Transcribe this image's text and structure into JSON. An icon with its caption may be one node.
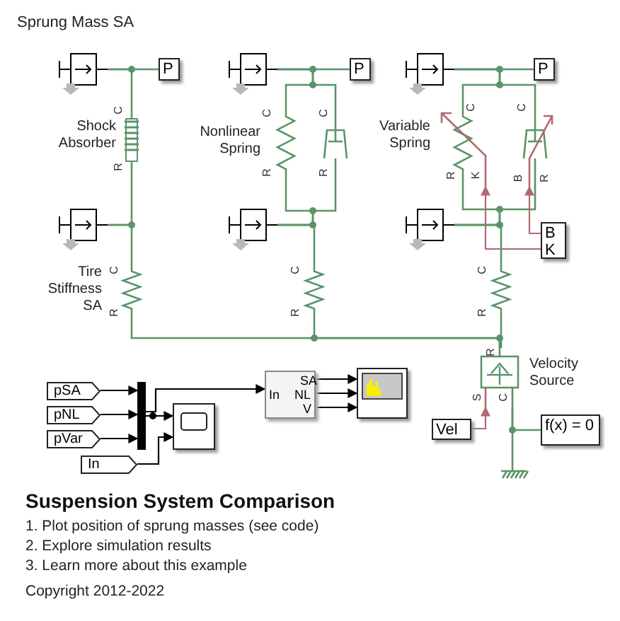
{
  "diagram": {
    "title": "Suspension System Comparison",
    "nodes": [
      {
        "text": [],
        "shape": "box"
      },
      {
        "text": [
          "P"
        ]
      },
      {
        "text": [],
        "shape": "box"
      },
      {
        "text": [
          "P"
        ]
      },
      {
        "text": [],
        "shape": "box"
      },
      {
        "text": [
          "P"
        ]
      },
      {
        "text": [
          "Shock Absorber",
          "C",
          "R"
        ]
      },
      {
        "text": [
          "Nonlinear Spring",
          "C",
          "R"
        ]
      },
      {
        "text": [
          "C",
          "R"
        ]
      },
      {
        "text": [
          "Variable Spring",
          "C",
          "R",
          "K"
        ]
      },
      {
        "text": [
          "C",
          "B",
          "R"
        ]
      },
      {
        "text": [],
        "shape": "box"
      },
      {
        "text": [],
        "shape": "box"
      },
      {
        "text": [],
        "shape": "box"
      },
      {
        "text": [
          "B",
          "K"
        ]
      },
      {
        "text": [
          "Tire Stiffness SA",
          "C",
          "R"
        ]
      },
      {
        "text": [
          "C",
          "R"
        ]
      },
      {
        "text": [
          "C",
          "R"
        ]
      },
      {
        "text": [
          "Velocity Source",
          "R",
          "S",
          "C"
        ]
      },
      {
        "text": [
          "Vel"
        ]
      },
      {
        "text": [
          "f(x) = 0"
        ]
      },
      {
        "text": [],
        "shape": "ground"
      },
      {
        "text": [
          "pSA"
        ]
      },
      {
        "text": [
          "pNL"
        ]
      },
      {
        "text": [
          "pVar"
        ]
      },
      {
        "text": [
          "In"
        ]
      },
      {
        "text": [],
        "shape": "bar"
      },
      {
        "text": [],
        "shape": "box"
      },
      {
        "text": [
          "SA",
          "In",
          "NL",
          "V"
        ]
      },
      {
        "text": [],
        "shape": "box"
      }
    ],
    "edges": [
      {
        "from": 0,
        "to": 1,
        "arrow": "none"
      },
      {
        "from": 0,
        "to": 6,
        "arrow": "none"
      },
      {
        "from": 6,
        "to": 11,
        "arrow": "none"
      },
      {
        "from": 11,
        "to": 15,
        "arrow": "none"
      },
      {
        "from": 15,
        "to": 18,
        "arrow": "none"
      },
      {
        "from": 2,
        "to": 3,
        "arrow": "none"
      },
      {
        "from": 2,
        "to": 7,
        "arrow": "none"
      },
      {
        "from": 2,
        "to": 8,
        "arrow": "none"
      },
      {
        "from": 7,
        "to": 12,
        "arrow": "none"
      },
      {
        "from": 8,
        "to": 12,
        "arrow": "none"
      },
      {
        "from": 12,
        "to": 16,
        "arrow": "none"
      },
      {
        "from": 16,
        "to": 18,
        "arrow": "none"
      },
      {
        "from": 4,
        "to": 5,
        "arrow": "none"
      },
      {
        "from": 4,
        "to": 9,
        "arrow": "none"
      },
      {
        "from": 4,
        "to": 10,
        "arrow": "none"
      },
      {
        "from": 9,
        "to": 13,
        "arrow": "none"
      },
      {
        "from": 10,
        "to": 13,
        "arrow": "none"
      },
      {
        "from": 13,
        "to": 17,
        "arrow": "none"
      },
      {
        "from": 17,
        "to": 18,
        "arrow": "none"
      },
      {
        "from": 14,
        "to": 9,
        "arrow": "to",
        "color": "#b06a70"
      },
      {
        "from": 14,
        "to": 10,
        "arrow": "to",
        "color": "#b06a70"
      },
      {
        "from": 19,
        "to": 18,
        "arrow": "to",
        "color": "#b06a70"
      },
      {
        "from": 18,
        "to": 20,
        "arrow": "none"
      },
      {
        "from": 18,
        "to": 21,
        "arrow": "none"
      },
      {
        "from": 22,
        "to": 26,
        "arrow": "to",
        "color": "#000000"
      },
      {
        "from": 23,
        "to": 26,
        "arrow": "to",
        "color": "#000000"
      },
      {
        "from": 24,
        "to": 26,
        "arrow": "to",
        "color": "#000000"
      },
      {
        "from": 26,
        "to": 28,
        "arrow": "to",
        "color": "#000000"
      },
      {
        "from": 26,
        "to": 27,
        "arrow": "to",
        "color": "#000000"
      },
      {
        "from": 25,
        "to": 27,
        "arrow": "to",
        "color": "#000000"
      },
      {
        "from": 28,
        "to": 29,
        "arrow": "to",
        "color": "#000000"
      },
      {
        "from": 28,
        "to": 29,
        "arrow": "to",
        "color": "#000000"
      },
      {
        "from": 28,
        "to": 29,
        "arrow": "to",
        "color": "#000000"
      }
    ],
    "labels": [
      "Sprung Mass SA",
      "1. Plot position of sprung masses (see code)",
      "2. Explore simulation results",
      "3. Learn more about this example",
      "Copyright 2012-2022"
    ]
  }
}
